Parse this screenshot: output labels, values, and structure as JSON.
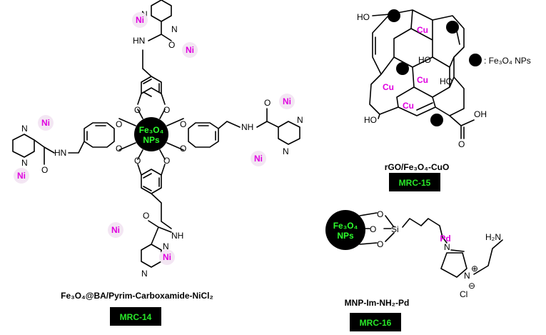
{
  "atoms": {
    "N": "N",
    "NH": "NH",
    "HN": "HN",
    "O": "O",
    "HO": "HO",
    "OH": "OH",
    "Si": "Si",
    "H2N": "H₂N",
    "Cl": "Cl",
    "minus": "⊖",
    "plus": "⊕"
  },
  "metals": {
    "ni": "Ni",
    "cu": "Cu",
    "pd": "Pd"
  },
  "nanoparticle": {
    "line1": "Fe₃O₄",
    "line2": "NPs"
  },
  "legend_label": ": Fe₃O₄ NPs",
  "structures": [
    {
      "caption": "Fe₃O₄@BA/Pyrim-Carboxamide-NiCl₂",
      "code": "MRC-14"
    },
    {
      "caption": "rGO/Fe₃O₄-CuO",
      "code": "MRC-15"
    },
    {
      "caption": "MNP-Im-NH₂-Pd",
      "code": "MRC-16"
    }
  ],
  "colors": {
    "badge": "#000000",
    "badge_text": "#29e829",
    "metal": "#e000e0",
    "metal_bg": "#f3e6f3",
    "core_text": "#2dff2d"
  }
}
